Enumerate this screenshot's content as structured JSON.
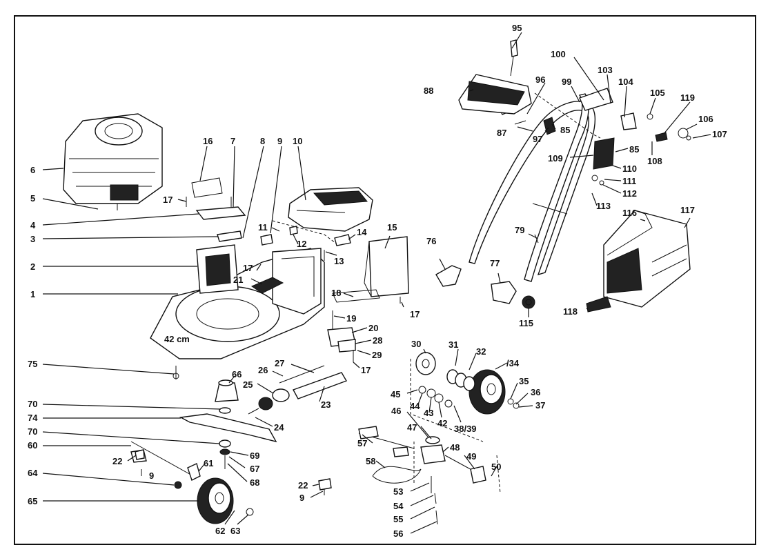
{
  "labels": {
    "l1": "1",
    "l2": "2",
    "l3": "3",
    "l4": "4",
    "l5": "5",
    "l6": "6",
    "l7": "7",
    "l8": "8",
    "l9": "9",
    "l10": "10",
    "l11": "11",
    "l12": "12",
    "l13": "13",
    "l14": "14",
    "l15": "15",
    "l16": "16",
    "l17a": "17",
    "l17b": "17",
    "l17c": "17",
    "l17d": "17",
    "l18": "18",
    "l19": "19",
    "l20": "20",
    "l21": "21",
    "l22a": "22",
    "l22b": "22",
    "l23": "23",
    "l24": "24",
    "l25": "25",
    "l26": "26",
    "l27": "27",
    "l28": "28",
    "l29": "29",
    "l30": "30",
    "l31": "31",
    "l32": "32",
    "l34": "/34",
    "l35": "35",
    "l36": "36",
    "l37": "37",
    "l3839": "38/39",
    "l42": "42",
    "l43": "43",
    "l44": "44",
    "l45": "45",
    "l46": "46",
    "l47": "47",
    "l48": "48",
    "l49": "49",
    "l50": "50",
    "l53": "53",
    "l54": "54",
    "l55": "55",
    "l56": "56",
    "l57": "57",
    "l58": "58",
    "l60": "60",
    "l61": "61",
    "l62": "62",
    "l63": "63",
    "l64": "64",
    "l65": "65",
    "l66": "66",
    "l67": "67",
    "l68": "68",
    "l69": "69",
    "l70a": "70",
    "l70b": "70",
    "l74": "74",
    "l75": "75",
    "l76": "76",
    "l77": "77",
    "l79": "79",
    "l85a": "85",
    "l85b": "85",
    "l87": "87",
    "l88": "88",
    "l95": "95",
    "l96": "96",
    "l97": "97",
    "l99": "99",
    "l100": "100",
    "l103": "103",
    "l104": "104",
    "l105": "105",
    "l106": "106",
    "l107": "107",
    "l108": "108",
    "l109": "109",
    "l110": "110",
    "l111": "111",
    "l112": "112",
    "l113": "113",
    "l115": "115",
    "l116": "116",
    "l117": "117",
    "l118": "118",
    "l119": "119",
    "l9b": "9",
    "l9c": "9"
  },
  "deck_marking": "42 cm"
}
